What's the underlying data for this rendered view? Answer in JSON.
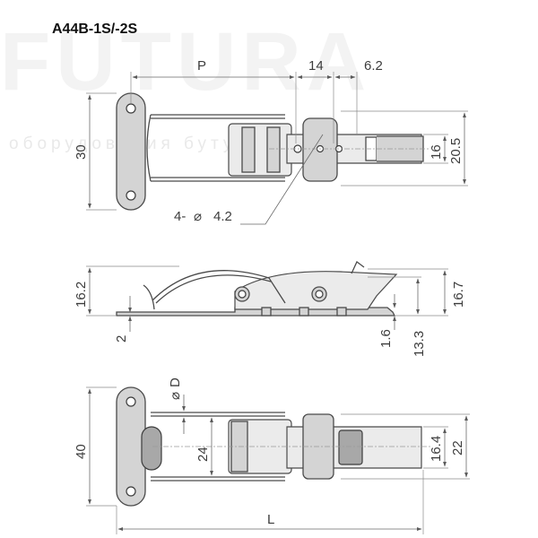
{
  "title": "A44B-1S/-2S",
  "watermark": {
    "brand": "FUTURA",
    "tagline": "оборудования бутурра"
  },
  "dimensions": {
    "top_view": {
      "p": "P",
      "d14": "14",
      "d6_2": "6.2",
      "d30": "30",
      "d16": "16",
      "d20_5": "20.5",
      "holes": "4-",
      "holes_diameter": "4.2"
    },
    "side_view": {
      "d16_2": "16.2",
      "d2": "2",
      "d16_7": "16.7",
      "d1_6": "1.6",
      "d13_3": "13.3"
    },
    "bottom_view": {
      "d_label": "D",
      "d40": "40",
      "d24": "24",
      "d16_4": "16.4",
      "d22": "22",
      "l": "L"
    }
  },
  "symbols": {
    "diameter": "⌀"
  }
}
